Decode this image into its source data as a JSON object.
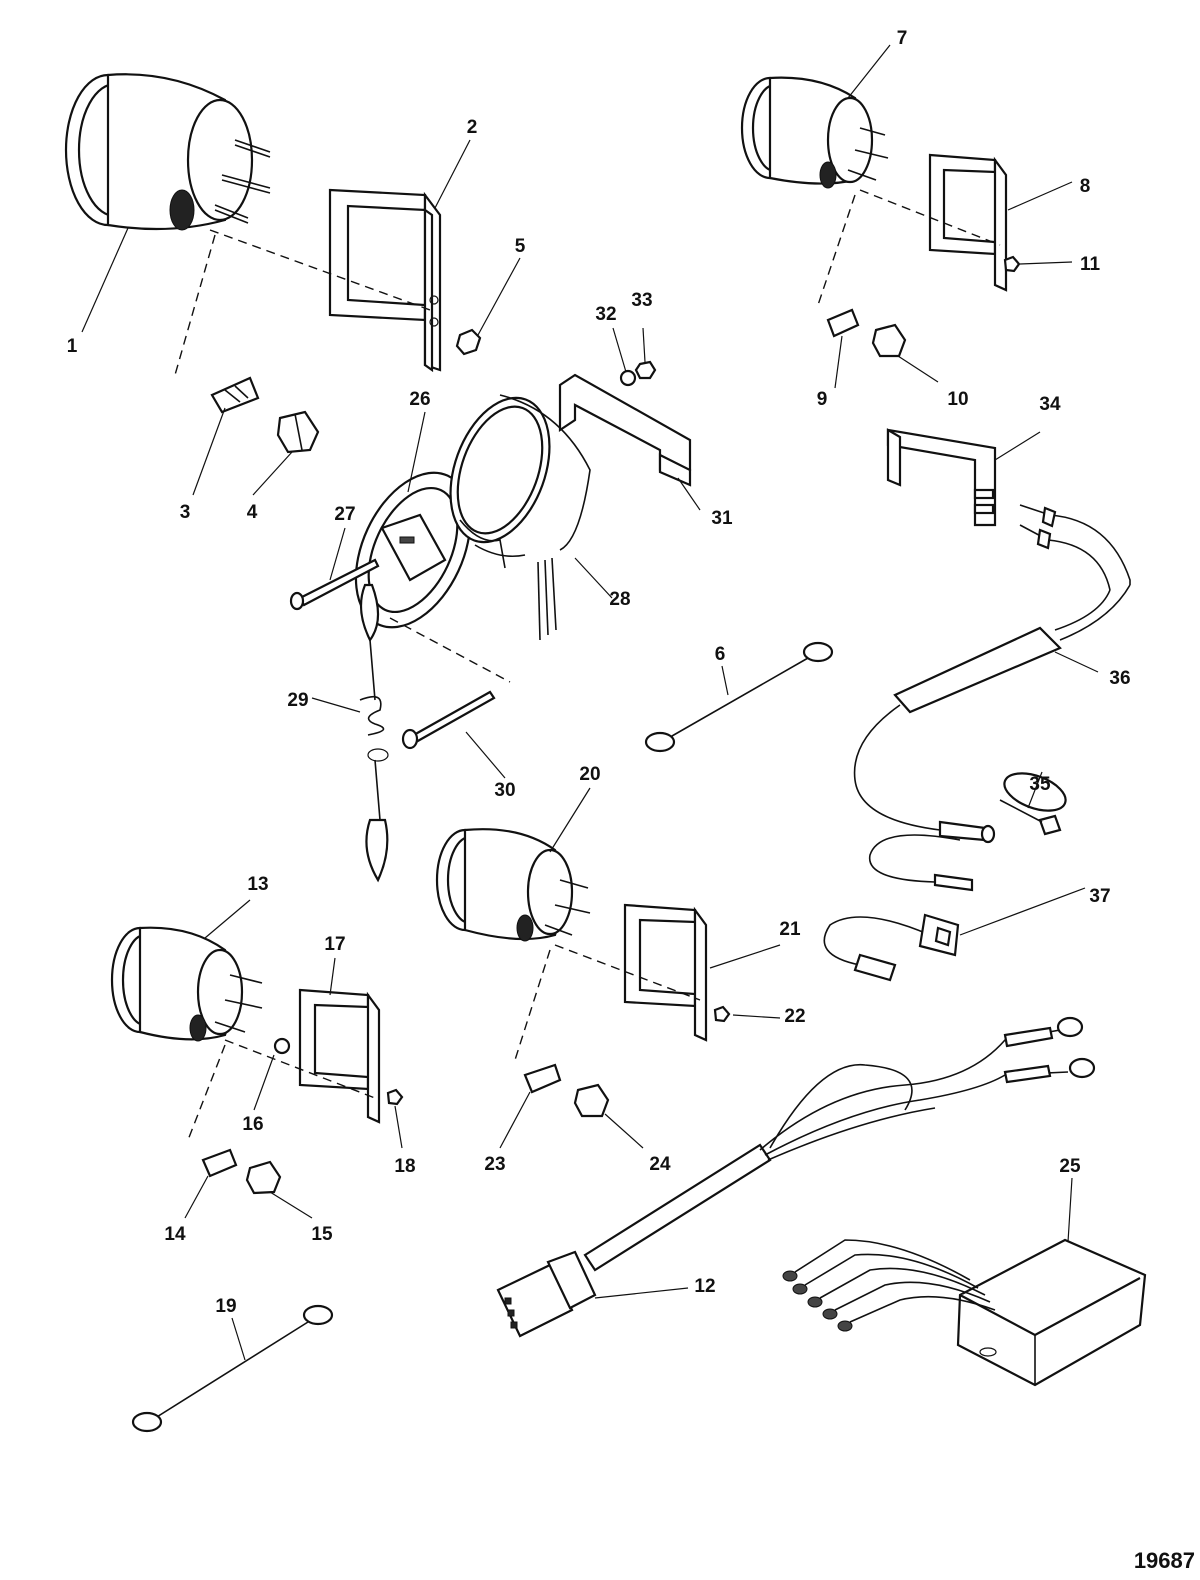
{
  "figure_number": "19687",
  "callouts": [
    "1",
    "2",
    "3",
    "4",
    "5",
    "6",
    "7",
    "8",
    "9",
    "10",
    "11",
    "12",
    "13",
    "14",
    "15",
    "16",
    "17",
    "18",
    "19",
    "20",
    "21",
    "22",
    "23",
    "24",
    "25",
    "26",
    "27",
    "28",
    "29",
    "30",
    "31",
    "32",
    "33",
    "34",
    "35",
    "36",
    "37"
  ]
}
